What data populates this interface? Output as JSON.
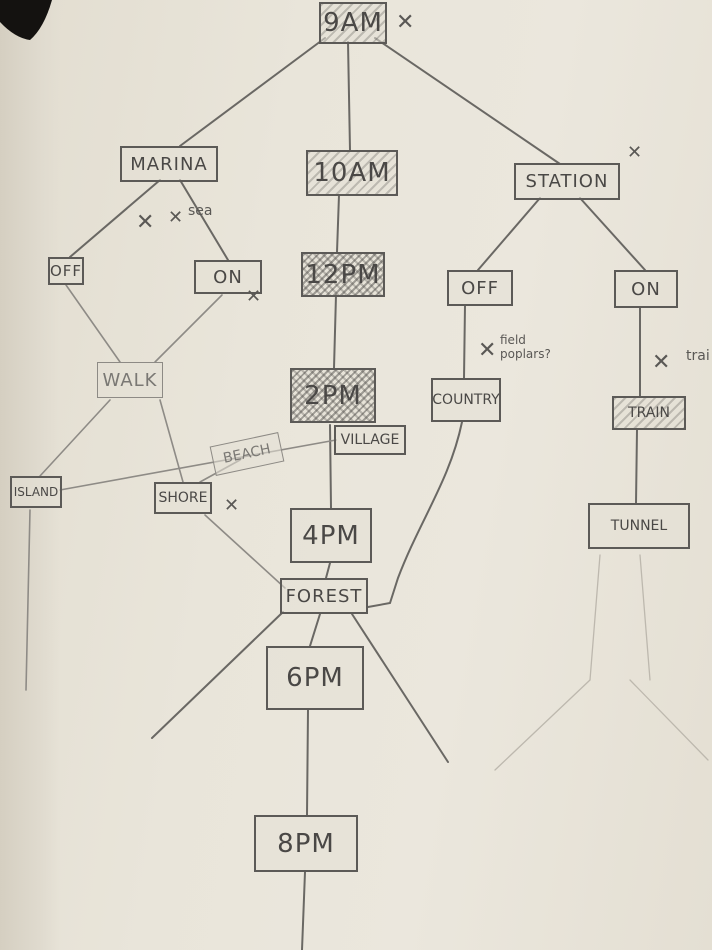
{
  "nodes": {
    "t9am": "9AM",
    "marina": "MARINA",
    "t10am": "10AM",
    "station": "STATION",
    "marina_off": "OFF",
    "marina_on": "ON",
    "t12pm": "12PM",
    "station_off": "OFF",
    "station_on": "ON",
    "walk": "WALK",
    "t2pm": "2PM",
    "country": "COUNTRY",
    "train": "TRAIN",
    "village": "VILLAGE",
    "beach": "BEACH",
    "island": "ISLAND",
    "shore": "SHORE",
    "t4pm": "4PM",
    "tunnel": "TUNNEL",
    "forest": "FOREST",
    "t6pm": "6PM",
    "t8pm": "8PM"
  },
  "notes": {
    "sea": "sea",
    "field_line1": "field",
    "field_line2": "poplars?",
    "train_note": "trai"
  },
  "marks": {
    "cross": "✕"
  },
  "colors": {
    "paper": "#e9e5da",
    "pencil": "#5c5a57",
    "pencil_faint": "#8d8a85"
  }
}
